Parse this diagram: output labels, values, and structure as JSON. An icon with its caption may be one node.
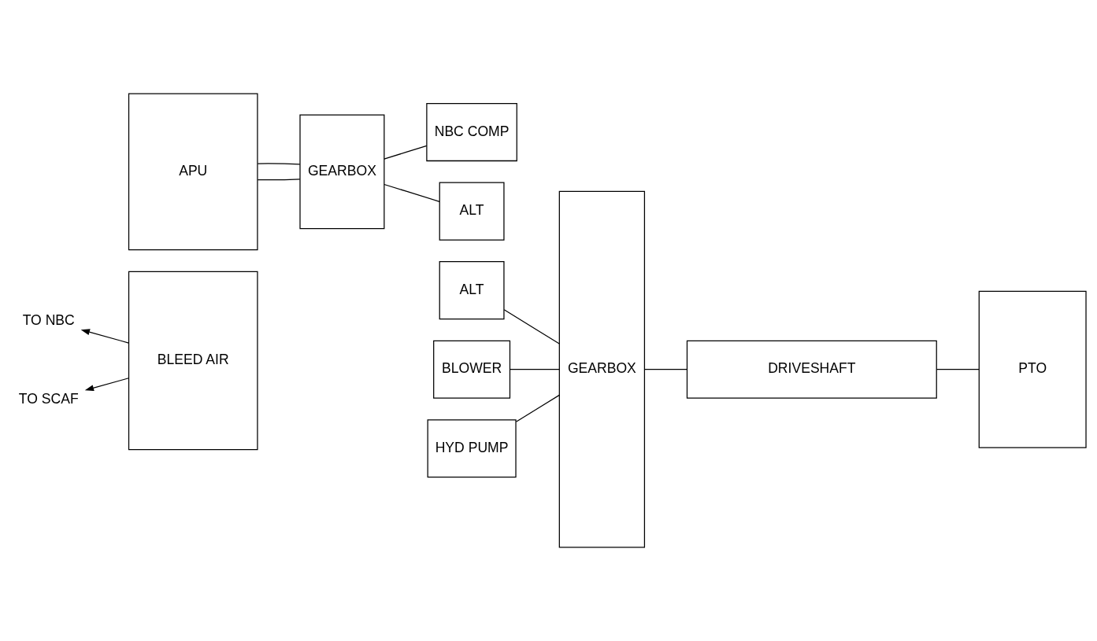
{
  "diagram": {
    "nodes": [
      {
        "text": [
          "APU"
        ]
      },
      {
        "text": [
          "GEARBOX"
        ]
      },
      {
        "text": [
          "NBC COMP"
        ]
      },
      {
        "text": [
          "ALT"
        ]
      },
      {
        "text": [
          "GEARBOX"
        ]
      },
      {
        "text": [
          "ALT"
        ]
      },
      {
        "text": [
          "BLOWER"
        ]
      },
      {
        "text": [
          "HYD PUMP"
        ]
      },
      {
        "text": [
          "DRIVESHAFT"
        ]
      },
      {
        "text": [
          "PTO"
        ]
      },
      {
        "text": [
          "BLEED AIR"
        ]
      },
      {
        "text": [
          "TO NBC"
        ]
      },
      {
        "text": [
          "TO SCAF"
        ]
      }
    ],
    "edges": [
      {
        "from": 0,
        "to": 1,
        "arrow": "none"
      },
      {
        "from": 0,
        "to": 1,
        "arrow": "none"
      },
      {
        "from": 1,
        "to": 2,
        "arrow": "none"
      },
      {
        "from": 1,
        "to": 3,
        "arrow": "none"
      },
      {
        "from": 5,
        "to": 4,
        "arrow": "none"
      },
      {
        "from": 6,
        "to": 4,
        "arrow": "none"
      },
      {
        "from": 7,
        "to": 4,
        "arrow": "none"
      },
      {
        "from": 4,
        "to": 8,
        "arrow": "none"
      },
      {
        "from": 8,
        "to": 9,
        "arrow": "none"
      },
      {
        "from": 10,
        "to": 11,
        "arrow": "to"
      },
      {
        "from": 10,
        "to": 12,
        "arrow": "to"
      }
    ]
  }
}
